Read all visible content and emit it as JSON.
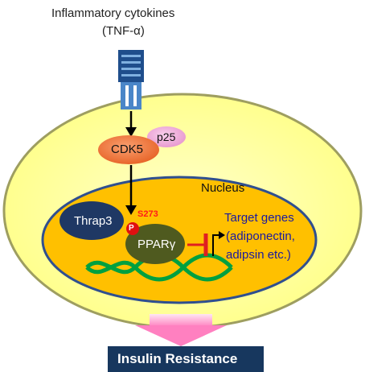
{
  "title_line1": "Inflammatory cytokines",
  "title_line2": "(TNF-α)",
  "cdk5_label": "CDK5",
  "p25_label": "p25",
  "nucleus_label": "Nucleus",
  "thrap3_label": "Thrap3",
  "phospho_label": "P",
  "site_label": "S273",
  "ppar_label": "PPARγ",
  "target_genes": [
    "Target genes",
    "(adiponectin,",
    "adipsin etc.)"
  ],
  "outcome_label": "Insulin Resistance",
  "colors": {
    "cell_fill": "#ffff99",
    "cell_border": "#9e9e60",
    "nucleus_fill": "#ffc000",
    "nucleus_border": "#2f4f8f",
    "cdk5_fill": "#f07b3f",
    "p25_fill": "#f2a8d8",
    "thrap3_fill": "#1f3864",
    "ppar_fill": "#4f5a1f",
    "phospho_fill": "#e01010",
    "dna_color": "#00a040",
    "inhibit_color": "#e02020",
    "receptor_color": "#1f4e8c",
    "arrow_fill": "#ff99cc",
    "outcome_fill": "#17375e"
  }
}
